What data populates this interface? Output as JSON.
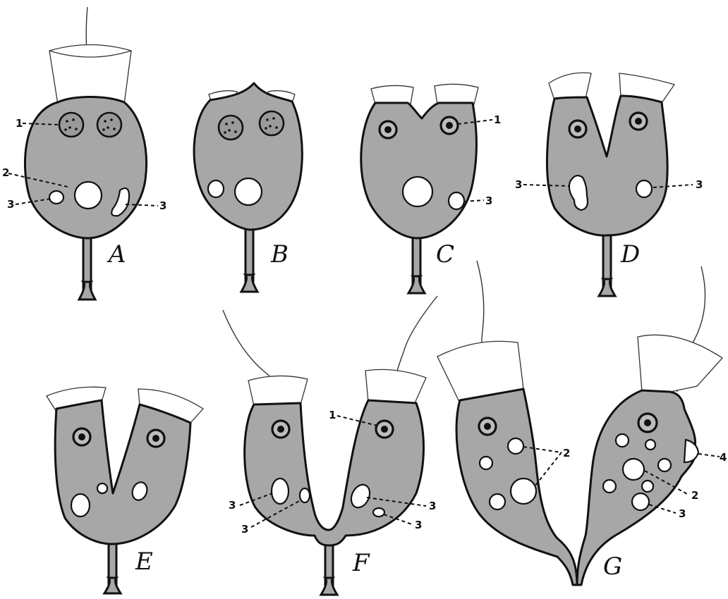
{
  "figure": {
    "panel_labels": {
      "A": "A",
      "B": "B",
      "C": "C",
      "D": "D",
      "E": "E",
      "F": "F",
      "G": "G"
    },
    "callouts": {
      "n1": "1",
      "n2": "2",
      "n3": "3",
      "n4": "4"
    },
    "colors": {
      "cytoplasm": "#a7a7a7",
      "outline": "#111111",
      "vacuole": "#ffffff"
    }
  }
}
